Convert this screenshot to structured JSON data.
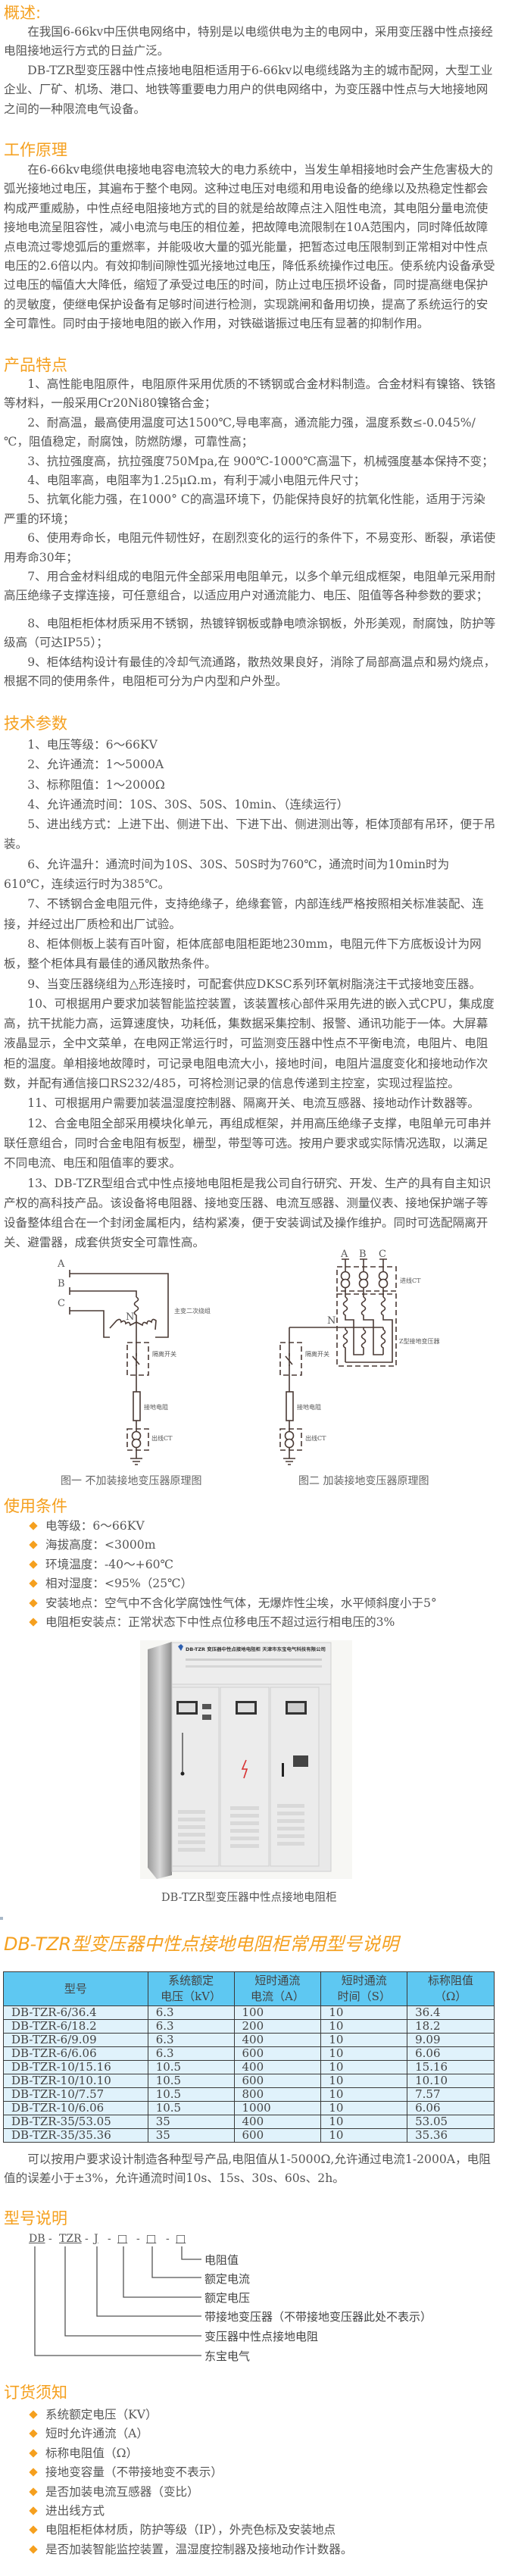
{
  "overview": {
    "title": "概述:",
    "paragraphs": [
      "在我国6-66kv中压供电网络中，特别是以电缆供电为主的电网中，采用变压器中性点接经电阻接地运行方式的日益广泛。",
      "DB-TZR型变压器中性点接地电阻柜适用于6-66kv以电缆线路为主的城市配网，大型工业企业、厂矿、机场、港口、地铁等重要电力用户的供电网络中，为变压器中性点与大地接地网之间的一种限流电气设备。"
    ]
  },
  "principle": {
    "title": "工作原理",
    "paragraphs": [
      "在6-66kv电缆供电接地电容电流较大的电力系统中，当发生单相接地时会产生危害极大的弧光接地过电压，其遍布于整个电网。这种过电压对电缆和用电设备的绝缘以及热稳定性都会构成严重威胁，中性点经电阻接地方式的目的就是给故障点注入阻性电流，其电阻分量电流使接地电流呈阻容性，减小电流与电压的相位差，把故障电流限制在10A范围内，同时降低故障点电流过零熄弧后的重燃率，并能吸收大量的弧光能量，把暂态过电压限制到正常相对中性点电压的2.6倍以内。有效抑制间隙性弧光接地过电压，降低系统操作过电压。使系统内设备承受过电压的幅值大大降低，缩短了承受过电压的时间，防止过电压损坏设备，同时提高继电保护的灵敏度，使继电保护设备有足够时间进行检测，实现跳闸和备用切换，提高了系统运行的安全可靠性。同时由于接地电阻的嵌入作用，对铁磁谐振过电压有显著的抑制作用。"
    ]
  },
  "features": {
    "title": "产品特点",
    "items": [
      "1、高性能电阻原件，电阻原件采用优质的不锈钢或合金材料制造。合金材料有镍铬、铁铬等材料，一般采用Cr20Ni80镍铬合金；",
      "2、耐高温，最高使用温度可达1500℃,导电率高，通流能力强，温度系数≤-0.045%/℃，阻值稳定，耐腐蚀，防燃防爆，可靠性高；",
      "3、抗拉强度高，抗拉强度750Mpa,在 900℃-1000℃高温下，机械强度基本保持不变；",
      "4、电阻率高，电阻率为1.25μΩ.m，有利于减小电阻元件尺寸；",
      "5、抗氧化能力强，在1000° C的高温环境下，仍能保持良好的抗氧化性能，适用于污染严重的环境；",
      "6、使用寿命长，电阻元件韧性好，在剧烈变化的运行的条件下，不易变形、断裂，承诺使用寿命30年；",
      "7、用合金材料组成的电阻元件全部采用电阻单元，以多个单元组成框架，电阻单元采用耐高压绝缘子支撑连接，可任意组合，以适应用户对通流能力、电压、阻值等各种参数的要求；",
      "8、电阻柜柜体材质采用不锈钢，热镀锌钢板或静电喷涂钢板，外形美观，耐腐蚀，防护等级高（可达IP55）；",
      "9、柜体结构设计有最佳的冷却气流通路，散热效果良好，消除了局部高温点和易灼烧点，根据不同的使用条件，电阻柜可分为户内型和户外型。"
    ]
  },
  "tech": {
    "title": "技术参数",
    "items": [
      "1、电压等级：6～66KV",
      "2、允许通流：1～5000A",
      "3、标称阻值：1～2000Ω",
      "4、允许通流时间：10S、30S、50S、10min、（连续运行）",
      "5、进出线方式：上进下出、侧进下出、下进下出、侧进测出等，柜体顶部有吊环，便于吊装。",
      "6、允许温升：通流时间为10S、30S、50S时为760℃，通流时间为10min时为610℃，连续运行时为385℃。",
      "7、不锈钢合金电阻元件，支持绝缘子，绝缘套管，内部连线严格按照相关标准装配、连接，并经过出厂质检和出厂试验。",
      "8、柜体侧板上装有百叶窗，柜体底部电阻柜距地230mm，电阻元件下方底板设计为网板，整个柜体具有最佳的通风散热条件。",
      "9、当变压器绕组为△形连接时，可配套供应DKSC系列环氧树脂浇注干式接地变压器。",
      "10、可根据用户要求加装智能监控装置，该装置核心部件采用先进的嵌入式CPU，集成度高，抗干扰能力高，运算速度快，功耗低，集数据采集控制、报警、通讯功能于一体。大屏幕液晶显示，全中文菜单，在电网正常运行时，可监测变压器中性点不平衡电流，电阻片、电阻柜的温度。单相接地故障时，可记录电阻电流大小，接地时间，电阻片温度变化和接地动作次数，并配有通信接口RS232/485，可将检测记录的信息传递到主控室，实现过程监控。",
      "11、可根据用户需要加装温湿度控制器、隔离开关、电流互感器、接地动作计数器等。",
      "12、合金电阻全部采用模块化单元，再组成框架，并用高压绝缘子支撑，电阻单元可串并联任意组合，同时合金电阻有板型，栅型，带型等可选。按用户要求或实际情况选取，以满足不同电流、电压和阻值率的要求。",
      "13、DB-TZR型组合式中性点接地电阻柜是我公司自行研究、开发、生产的具有自主知识产权的高科技产品。该设备将电阻器、接地变压器、电流互感器、测量仪表、接地保护端子等设备整体组合在一个封闭金属柜内，结构紧凑，便于安装调试及操作维护。同时可选配隔离开关、避雷器，成套供货安全可靠性高。"
    ]
  },
  "figures": {
    "fig1": {
      "phases": [
        "A",
        "B",
        "C"
      ],
      "neutral": "N",
      "winding_label": "主变二次绕组",
      "switch_label": "隔离开关",
      "resistor_label": "接地电阻",
      "ct_label": "出线CT",
      "caption": "图一 不加装接地变压器原理图"
    },
    "fig2": {
      "phases": [
        "A",
        "B",
        "C"
      ],
      "neutral": "N",
      "in_ct_label": "进线CT",
      "transformer_label": "Z型接地变压器",
      "switch_label": "隔离开关",
      "resistor_label": "接地电阻",
      "ct_label": "出线CT",
      "caption": "图二 加装接地变压器原理图"
    }
  },
  "conditions": {
    "title": "使用条件",
    "items": [
      "电等级：6～66KV",
      "海拔高度：<3000m",
      "环境温度：-40～+60℃",
      "相对湿度：<95%（25℃）",
      "安装地点：空气中不含化学腐蚀性气体，无爆炸性尘埃，水平倾斜度小于5°",
      "电阻柜安装点：正常状态下中性点位移电压不超过运行相电压的3%"
    ]
  },
  "product": {
    "caption": "DB-TZR型变压器中性点接地电阻柜",
    "nameplate": "DB-TZR 变压器中性点接地电阻柜  天津市东宝电气科技有限公司"
  },
  "models": {
    "title": "DB-TZR型变压器中性点接地电阻柜常用型号说明",
    "headers": [
      "型号",
      "系统额定\n电压（kV）",
      "短时通流\n电流（A）",
      "短时通流\n时间（S）",
      "标称阻值\n（Ω）"
    ],
    "rows": [
      [
        "DB-TZR-6/36.4",
        "6.3",
        "100",
        "10",
        "36.4"
      ],
      [
        "DB-TZR-6/18.2",
        "6.3",
        "200",
        "10",
        "18.2"
      ],
      [
        "DB-TZR-6/9.09",
        "6.3",
        "400",
        "10",
        "9.09"
      ],
      [
        "DB-TZR-6/6.06",
        "6.3",
        "600",
        "10",
        "6.06"
      ],
      [
        "DB-TZR-10/15.16",
        "10.5",
        "400",
        "10",
        "15.16"
      ],
      [
        "DB-TZR-10/10.10",
        "10.5",
        "600",
        "10",
        "10.10"
      ],
      [
        "DB-TZR-10/7.57",
        "10.5",
        "800",
        "10",
        "7.57"
      ],
      [
        "DB-TZR-10/6.06",
        "10.5",
        "1000",
        "10",
        "6.06"
      ],
      [
        "DB-TZR-35/53.05",
        "35",
        "400",
        "10",
        "53.05"
      ],
      [
        "DB-TZR-35/35.36",
        "35",
        "600",
        "10",
        "35.36"
      ]
    ],
    "note": "可以按用户要求设计制造各种型号产品,电阻值从1-5000Ω,允许通过电流1-2000A，电阻值的误差小于±3%，允许通流时间10s、15s、30s、60s、2h。"
  },
  "model_code": {
    "title": "型号说明",
    "parts": [
      "DB",
      "TZR",
      "J",
      "□",
      "□",
      "□"
    ],
    "separator": "-",
    "labels": [
      "电阻值",
      "额定电流",
      "额定电压",
      "带接地变压器（不带接地变压器此处不表示）",
      "变压器中性点接地电阻",
      "东宝电气"
    ]
  },
  "ordering": {
    "title": "订货须知",
    "items": [
      "系统额定电压（KV）",
      "短时允许通流（A）",
      "标称电阻值（Ω）",
      "接地变容量（不带接地变不表示）",
      "是否加装电流互感器（变比）",
      "进出线方式",
      "电阻柜柜体材质，防护等级（IP），外壳色标及安装地点",
      "是否加装智能监控装置，温湿度控制器及接地动作计数器。"
    ]
  },
  "colors": {
    "heading": "#f5a01f",
    "table_header": "#5ec8f2",
    "table_row": "#e0f2fb",
    "text": "#555555"
  }
}
